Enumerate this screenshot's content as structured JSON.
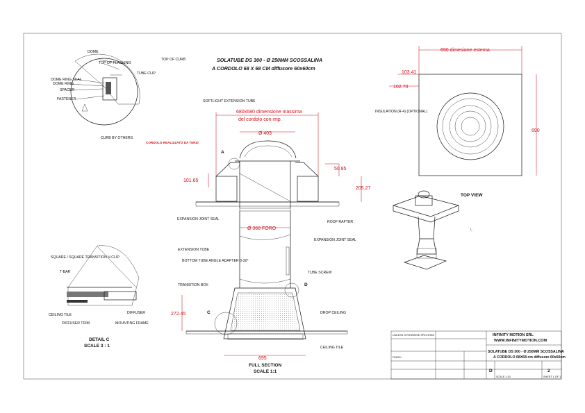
{
  "title_block_top": {
    "line1": "SOLATUBE DS 300 - Ø 250MM SCOSSALINA",
    "line2": "A CORDOLO 68 X 68 CM diffusore 60x60cm"
  },
  "top_of_curb": "TOP OF CURB",
  "detail_top_labels": {
    "dome": "DOME",
    "top_of_flashing": "TOP OF FLASHING",
    "tube_clip": "TUBE CLIP",
    "dome_ring_seal": "DOME RING SEAL",
    "dome_ring": "DOME RING",
    "spacer": "SPACER",
    "fastener": "FASTENER",
    "curb_by_others": "CURB BY OTHERS"
  },
  "section_labels": {
    "softlight": "SOFTLIGHT EXTENSION TUBE",
    "cordolo": "CORDOLO REALIZZATO DA TERZI",
    "callout_a": "A",
    "callout_c": "C",
    "callout_d": "D",
    "expansion_joint_seal_left": "EXPANSION JOINT SEAL",
    "roof_rafter": "ROOF RAFTER",
    "expansion_joint_seal_right": "EXPANSION JOINT SEAL",
    "extension_tube": "EXTENSION TUBE",
    "bottom_tube_angle": "BOTTOM TUBE ANGLE ADAPTER 0-30°",
    "tube_screw": "TUBE SCREW",
    "transition_box": "TRANSITION BOX",
    "drop_ceiling": "DROP CEILING",
    "ceiling_tile": "CEILING TILE",
    "full_section": "FULL SECTION",
    "scale_section": "SCALE 1:1"
  },
  "dimensions": {
    "max_dim": "680x680 dimensione massima",
    "max_dim_line2": "del cordolo con imp.",
    "d403": "Ø 403",
    "d5085": "50.85",
    "d10165": "101.65",
    "d20527": "205.27",
    "d368": "Ø 368 FORO",
    "d27245": "272.45",
    "d695": "695",
    "ext690": "690 dimesione esterna",
    "d10341": "103.41",
    "d10270": "102.70",
    "v690": "690"
  },
  "top_view": {
    "label": "TOP VIEW",
    "insulation": "INSULATION (R-4) (OPTIONAL)"
  },
  "detail_c": {
    "square_transition": "SQUARE / SQUARE TRANSITION V-CLIP",
    "t_bar": "T-BAR",
    "ceiling_tile": "CEILING TILE",
    "diffuser": "DIFFUSER",
    "diffuser_trim": "DIFFUSER TRIM",
    "mounting_frame": "MOUNTING FRAME",
    "title": "DETAIL C",
    "scale": "SCALE 3 : 1"
  },
  "title_block": {
    "company": "INFINITY MOTION SRL",
    "website": "WWW.INFINITYMOTION.COM",
    "dwg_title1": "SOLATUBE DS 300 - Ø 250MM SCOSSALINA",
    "dwg_title2": "A CORDOLO 68X68 cm diffusore 60x60cm",
    "size": "D",
    "rev": "2",
    "small_text": "UNLESS OTHERWISE SPECIFIED",
    "finish": "FINISH",
    "scale": "SCALE 1:10",
    "sheet": "SHEET 1 OF 1"
  }
}
